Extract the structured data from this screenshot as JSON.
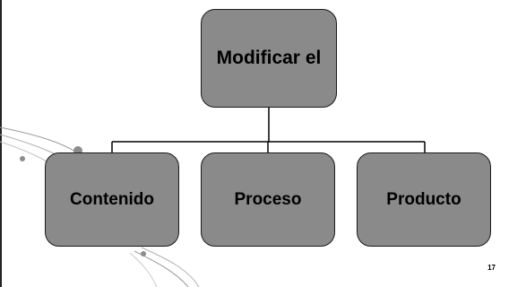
{
  "diagram": {
    "root": {
      "label": "Modificar el"
    },
    "children": [
      {
        "label": "Contenido"
      },
      {
        "label": "Proceso"
      },
      {
        "label": "Producto"
      }
    ]
  },
  "slide": {
    "page_number": "17"
  },
  "colors": {
    "node_fill": "#8a8a8a",
    "node_border": "#1a1a1a",
    "connector": "#000000",
    "decoration": "#888888"
  }
}
